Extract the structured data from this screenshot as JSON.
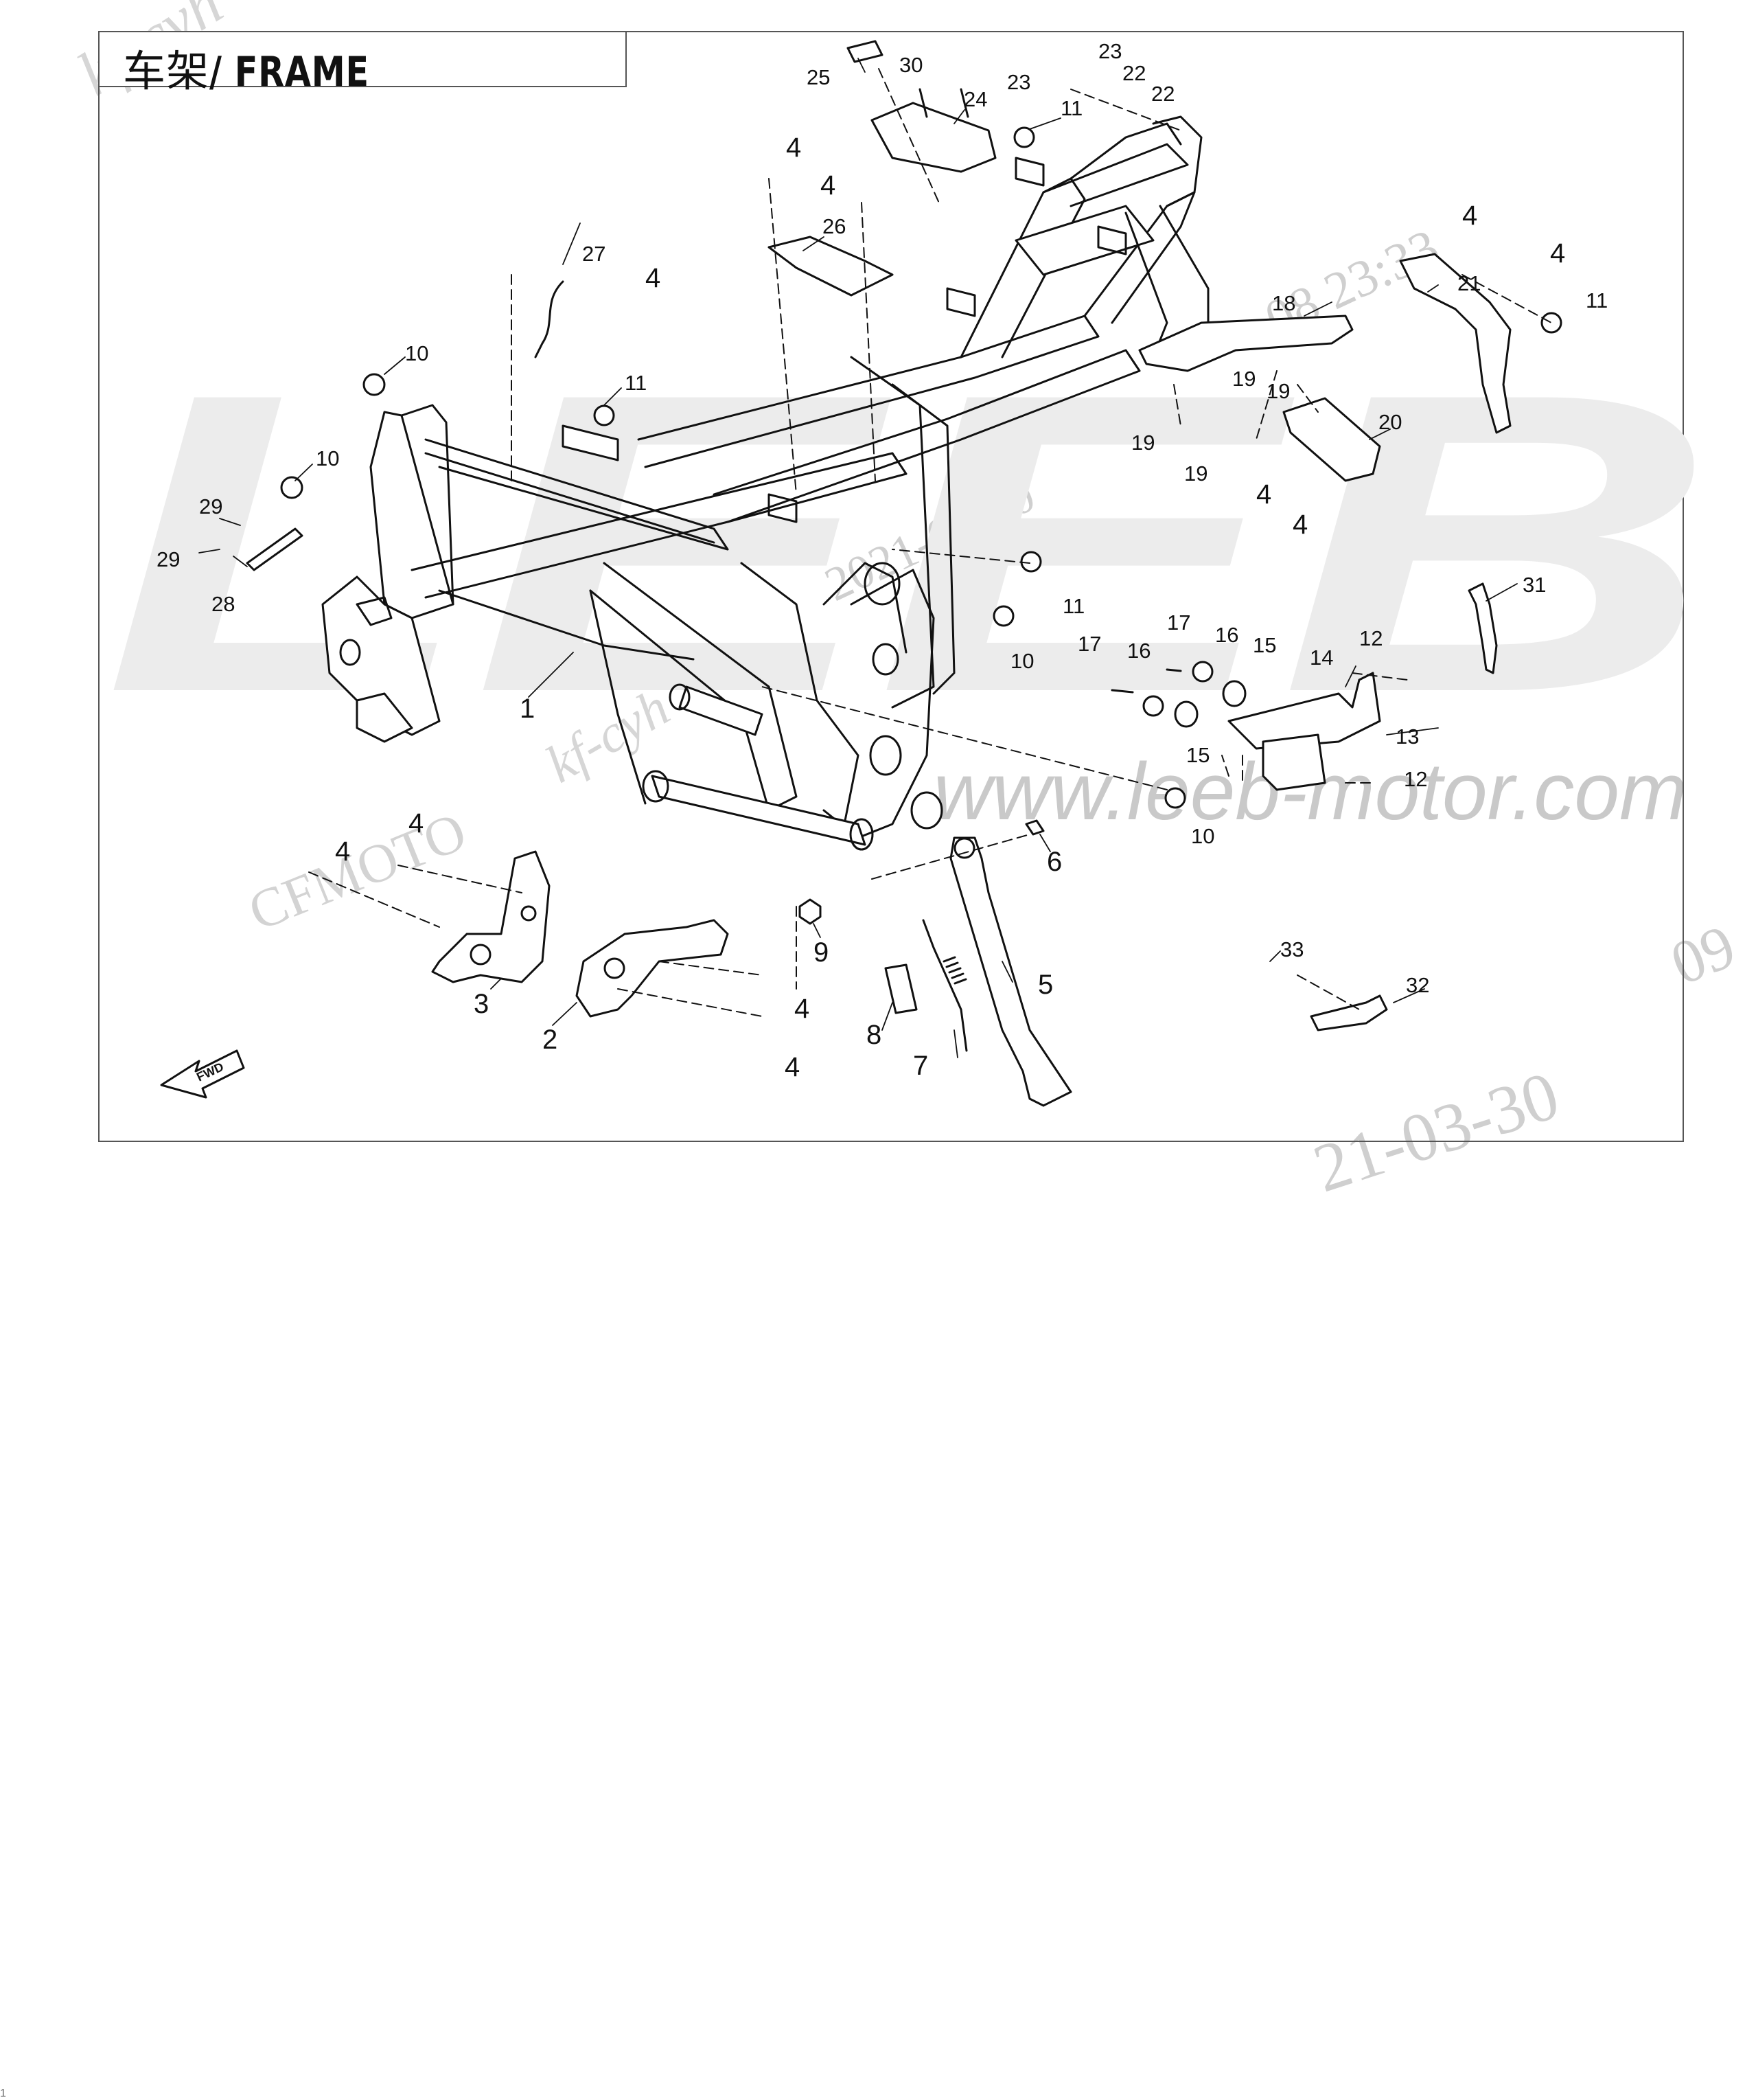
{
  "title": "车架/ FRAME",
  "title_cn": "车架",
  "title_en": "/ FRAME",
  "fwd_label": "FWD",
  "page_number": "1",
  "watermarks": {
    "brand": "LEEB",
    "url": "www.leeb-motor.com",
    "kf": "kf-cyh",
    "cfmoto": "CFMOTO",
    "kfcyh": "kf-cyh",
    "date_a": "08 23:33",
    "date_b": "2021-03-30",
    "date_c": "21-03-30",
    "zeros": "09"
  },
  "callouts": [
    {
      "id": "c-1",
      "text": "1",
      "size": "lg"
    },
    {
      "id": "c-2",
      "text": "2",
      "size": "lg"
    },
    {
      "id": "c-3",
      "text": "3",
      "size": "lg"
    },
    {
      "id": "c-4a",
      "text": "4",
      "size": "lg"
    },
    {
      "id": "c-4b",
      "text": "4",
      "size": "lg"
    },
    {
      "id": "c-4c",
      "text": "4",
      "size": "lg"
    },
    {
      "id": "c-4d",
      "text": "4",
      "size": "lg"
    },
    {
      "id": "c-4e",
      "text": "4",
      "size": "lg"
    },
    {
      "id": "c-4f",
      "text": "4",
      "size": "lg"
    },
    {
      "id": "c-4g",
      "text": "4",
      "size": "lg"
    },
    {
      "id": "c-4h",
      "text": "4",
      "size": "lg"
    },
    {
      "id": "c-4i",
      "text": "4",
      "size": "lg"
    },
    {
      "id": "c-4j",
      "text": "4",
      "size": "lg"
    },
    {
      "id": "c-4k",
      "text": "4",
      "size": "lg"
    },
    {
      "id": "c-4l",
      "text": "4",
      "size": "lg"
    },
    {
      "id": "c-5",
      "text": "5",
      "size": "lg"
    },
    {
      "id": "c-6",
      "text": "6",
      "size": "lg"
    },
    {
      "id": "c-7",
      "text": "7",
      "size": "lg"
    },
    {
      "id": "c-8",
      "text": "8",
      "size": "lg"
    },
    {
      "id": "c-9",
      "text": "9",
      "size": "lg"
    },
    {
      "id": "c-10a",
      "text": "10",
      "size": "sm"
    },
    {
      "id": "c-10b",
      "text": "10",
      "size": "sm"
    },
    {
      "id": "c-10c",
      "text": "10",
      "size": "sm"
    },
    {
      "id": "c-10d",
      "text": "10",
      "size": "sm"
    },
    {
      "id": "c-11a",
      "text": "11",
      "size": "sm"
    },
    {
      "id": "c-11b",
      "text": "11",
      "size": "sm"
    },
    {
      "id": "c-11c",
      "text": "11",
      "size": "sm"
    },
    {
      "id": "c-11d",
      "text": "11",
      "size": "sm"
    },
    {
      "id": "c-12a",
      "text": "12",
      "size": "sm"
    },
    {
      "id": "c-12b",
      "text": "12",
      "size": "sm"
    },
    {
      "id": "c-13",
      "text": "13",
      "size": "sm"
    },
    {
      "id": "c-14",
      "text": "14",
      "size": "sm"
    },
    {
      "id": "c-15a",
      "text": "15",
      "size": "sm"
    },
    {
      "id": "c-15b",
      "text": "15",
      "size": "sm"
    },
    {
      "id": "c-16a",
      "text": "16",
      "size": "sm"
    },
    {
      "id": "c-16b",
      "text": "16",
      "size": "sm"
    },
    {
      "id": "c-17a",
      "text": "17",
      "size": "sm"
    },
    {
      "id": "c-17b",
      "text": "17",
      "size": "sm"
    },
    {
      "id": "c-18",
      "text": "18",
      "size": "sm"
    },
    {
      "id": "c-19a",
      "text": "19",
      "size": "sm"
    },
    {
      "id": "c-19b",
      "text": "19",
      "size": "sm"
    },
    {
      "id": "c-19c",
      "text": "19",
      "size": "sm"
    },
    {
      "id": "c-19d",
      "text": "19",
      "size": "sm"
    },
    {
      "id": "c-20",
      "text": "20",
      "size": "sm"
    },
    {
      "id": "c-21",
      "text": "21",
      "size": "sm"
    },
    {
      "id": "c-22a",
      "text": "22",
      "size": "sm"
    },
    {
      "id": "c-22b",
      "text": "22",
      "size": "sm"
    },
    {
      "id": "c-23a",
      "text": "23",
      "size": "sm"
    },
    {
      "id": "c-23b",
      "text": "23",
      "size": "sm"
    },
    {
      "id": "c-24",
      "text": "24",
      "size": "sm"
    },
    {
      "id": "c-25",
      "text": "25",
      "size": "sm"
    },
    {
      "id": "c-26",
      "text": "26",
      "size": "sm"
    },
    {
      "id": "c-27",
      "text": "27",
      "size": "sm"
    },
    {
      "id": "c-28",
      "text": "28",
      "size": "sm"
    },
    {
      "id": "c-29a",
      "text": "29",
      "size": "sm"
    },
    {
      "id": "c-29b",
      "text": "29",
      "size": "sm"
    },
    {
      "id": "c-30",
      "text": "30",
      "size": "sm"
    },
    {
      "id": "c-31",
      "text": "31",
      "size": "sm"
    },
    {
      "id": "c-32",
      "text": "32",
      "size": "sm"
    },
    {
      "id": "c-33",
      "text": "33",
      "size": "sm"
    }
  ]
}
